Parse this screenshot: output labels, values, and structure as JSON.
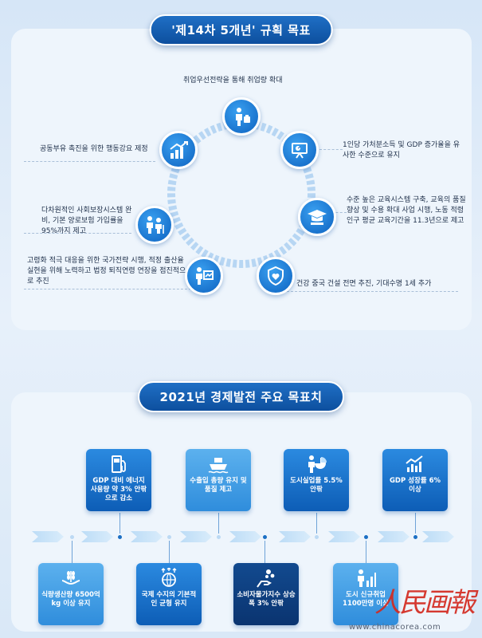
{
  "section1": {
    "title": "'제14차 5개년' 규획 목표",
    "goals": [
      "취업우선전략을 통해 취업량 확대",
      "1인당 가처분소득 및 GDP 증가율을 유사한 수준으로 유지",
      "수준 높은 교육시스템 구축, 교육의 품질 향상 및 수용 확대 사업 시행, 노동 적령 인구 평균 교육기간을 11.3년으로 제고",
      "건강 중국 건설 전면 추진, 기대수명 1세 추가",
      "고령화 적극 대응을 위한 국가전략 시행, 적정 출산율 실현을 위해 노력하고 법정 퇴직연령 연장을 점진적으로 추진",
      "다차원적인 사회보장시스템 완비, 기본 양로보험 가입률을 95%까지 제고",
      "공동부유 촉진을 위한 행동강요 제정"
    ]
  },
  "section2": {
    "title": "2021년 경제발전 주요 목표치",
    "top_cards": [
      "GDP 대비 에너지 사용량 약 3% 안팎으로 감소",
      "수출입 총량 유지 및 품질 제고",
      "도시실업률 5.5% 안팎",
      "GDP 성장률 6% 이상"
    ],
    "bottom_cards": [
      "식량생산량 6500억kg 이상 유지",
      "국제 수지의 기본적인 균형 유지",
      "소비자물가지수 상승폭 3% 안팎",
      "도시 신규취업 1100만명 이상"
    ]
  },
  "watermark": {
    "brand": "人民画報",
    "url": "www.chinacorea.com"
  },
  "colors": {
    "primary": "#0d62c0",
    "banner": "#1f6fc5",
    "ring": "#b7d6f3",
    "watermark": "#d32a1f"
  }
}
